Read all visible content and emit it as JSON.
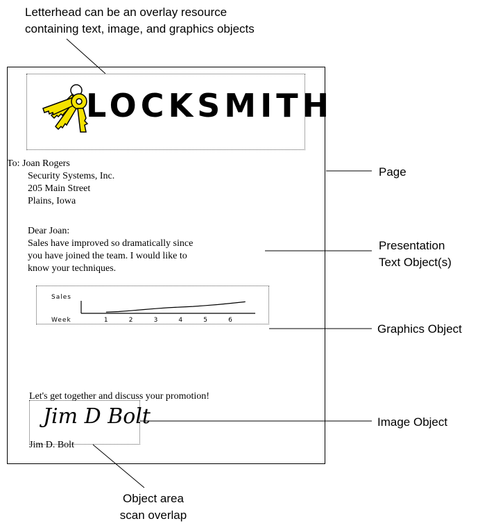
{
  "annotations": {
    "letterhead_line1": "Letterhead can be an overlay resource",
    "letterhead_line2": "containing text, image, and graphics objects",
    "page": "Page",
    "presentation_line1": "Presentation",
    "presentation_line2": "Text Object(s)",
    "graphics": "Graphics Object",
    "image": "Image Object",
    "overlap_line1": "Object area",
    "overlap_line2": "scan overlap"
  },
  "letterhead": {
    "logo_text": "LOCKSMITH",
    "icon": "keys-icon",
    "key_color": "#f4e200"
  },
  "letter": {
    "address": [
      "To:  Joan Rogers",
      "Security Systems, Inc.",
      "205 Main Street",
      "Plains, Iowa"
    ],
    "greeting": "Dear Joan:",
    "body": [
      "Sales have improved so dramatically since",
      "you have joined the team.  I would like to",
      "know your techniques."
    ],
    "closing": "Let's get together and discuss your promotion!",
    "signature": "Jim D Bolt",
    "signer": "Jim D. Bolt"
  },
  "chart_data": {
    "type": "line",
    "ylabel": "Sales",
    "xlabel": "Week",
    "categories": [
      "1",
      "2",
      "3",
      "4",
      "5",
      "6"
    ],
    "x": [
      1,
      1.5,
      2,
      2.5,
      3,
      3.5,
      4,
      4.5,
      5,
      5.5,
      6,
      6.6
    ],
    "y": [
      1.0,
      1.4,
      2.1,
      3.0,
      3.8,
      4.5,
      5.0,
      5.5,
      6.2,
      7.0,
      8.0,
      9.2
    ],
    "ylim": [
      0,
      10
    ],
    "xlim": [
      0,
      7
    ],
    "grid": false
  }
}
